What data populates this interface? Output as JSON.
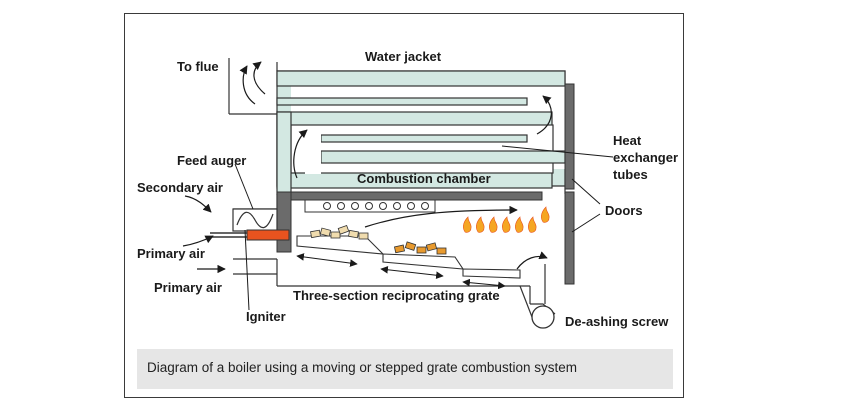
{
  "labels": {
    "to_flue": "To flue",
    "water_jacket": "Water jacket",
    "feed_auger": "Feed auger",
    "secondary_air": "Secondary air",
    "primary_air_1": "Primary air",
    "primary_air_2": "Primary air",
    "combustion_chamber": "Combustion chamber",
    "heat_exchanger_line1": "Heat",
    "heat_exchanger_line2": "exchanger",
    "heat_exchanger_line3": "tubes",
    "doors": "Doors",
    "grate": "Three-section reciprocating grate",
    "igniter": "Igniter",
    "deashing_screw": "De-ashing screw"
  },
  "caption": "Diagram of a boiler using a moving or stepped grate combustion system",
  "colors": {
    "water": "#d3e8e2",
    "wall": "#6b6b6b",
    "igniter": "#e8531f",
    "flame": "#f5a623",
    "fuel_light": "#f0dcae",
    "fuel_dark": "#e89a2e",
    "outline": "#333333"
  }
}
